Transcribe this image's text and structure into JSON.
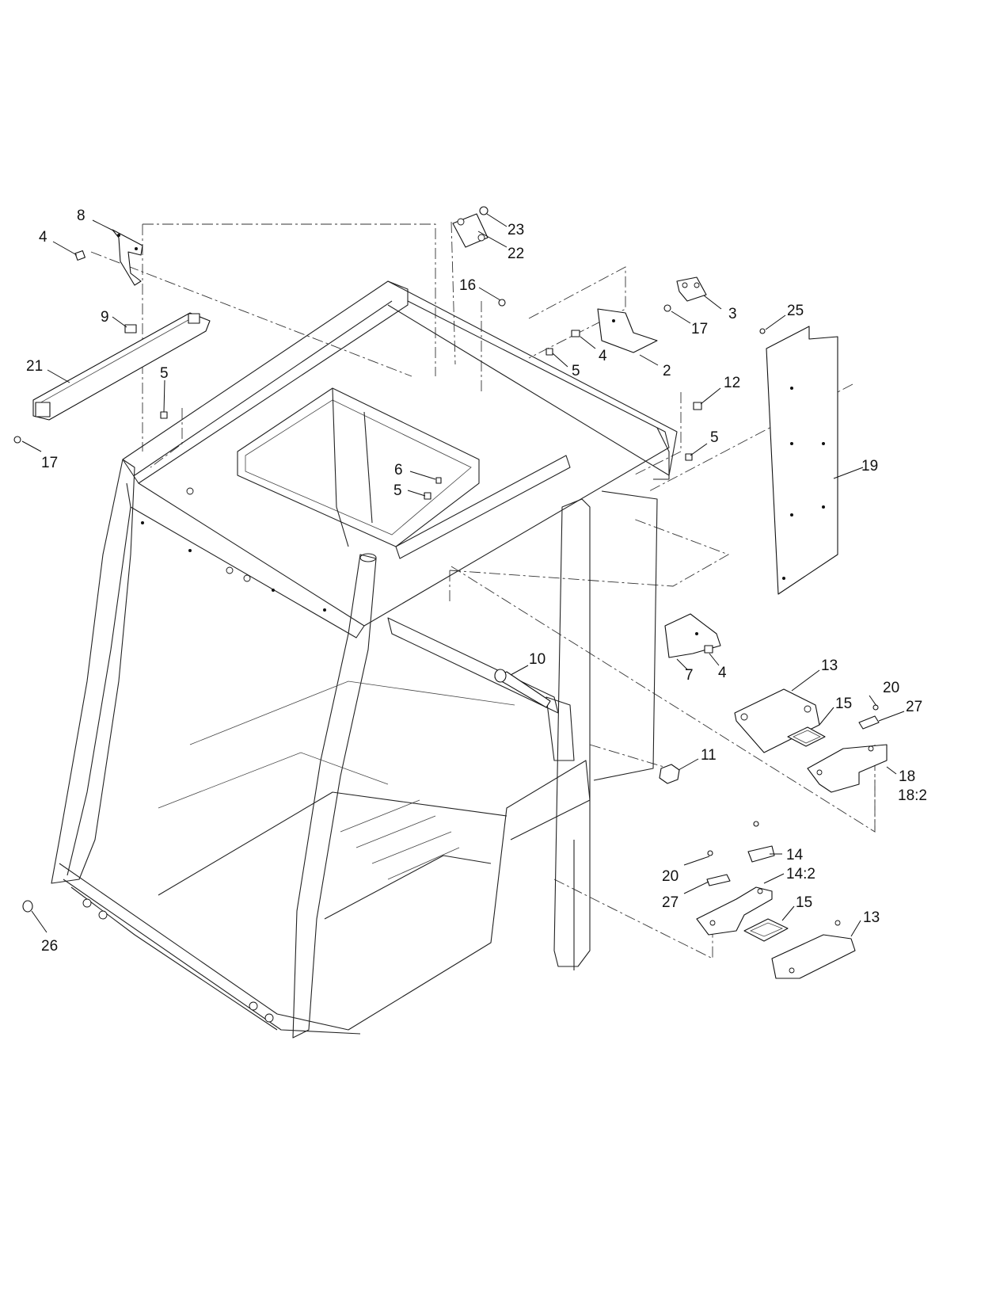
{
  "callouts": [
    {
      "id": "c-8",
      "text": "8"
    },
    {
      "id": "c-4-a",
      "text": "4"
    },
    {
      "id": "c-9",
      "text": "9"
    },
    {
      "id": "c-21",
      "text": "21"
    },
    {
      "id": "c-5-a",
      "text": "5"
    },
    {
      "id": "c-17-a",
      "text": "17"
    },
    {
      "id": "c-23",
      "text": "23"
    },
    {
      "id": "c-22",
      "text": "22"
    },
    {
      "id": "c-16",
      "text": "16"
    },
    {
      "id": "c-3",
      "text": "3"
    },
    {
      "id": "c-17-b",
      "text": "17"
    },
    {
      "id": "c-25",
      "text": "25"
    },
    {
      "id": "c-4-b",
      "text": "4"
    },
    {
      "id": "c-2",
      "text": "2"
    },
    {
      "id": "c-5-b",
      "text": "5"
    },
    {
      "id": "c-12",
      "text": "12"
    },
    {
      "id": "c-5-c",
      "text": "5"
    },
    {
      "id": "c-19",
      "text": "19"
    },
    {
      "id": "c-6",
      "text": "6"
    },
    {
      "id": "c-5-d",
      "text": "5"
    },
    {
      "id": "c-10",
      "text": "10"
    },
    {
      "id": "c-7",
      "text": "7"
    },
    {
      "id": "c-4-c",
      "text": "4"
    },
    {
      "id": "c-13-a",
      "text": "13"
    },
    {
      "id": "c-20-a",
      "text": "20"
    },
    {
      "id": "c-15-a",
      "text": "15"
    },
    {
      "id": "c-27-a",
      "text": "27"
    },
    {
      "id": "c-11",
      "text": "11"
    },
    {
      "id": "c-18",
      "text": "18"
    },
    {
      "id": "c-18-2",
      "text": "18:2"
    },
    {
      "id": "c-14",
      "text": "14"
    },
    {
      "id": "c-20-b",
      "text": "20"
    },
    {
      "id": "c-14-2",
      "text": "14:2"
    },
    {
      "id": "c-27-b",
      "text": "27"
    },
    {
      "id": "c-15-b",
      "text": "15"
    },
    {
      "id": "c-13-b",
      "text": "13"
    },
    {
      "id": "c-26",
      "text": "26"
    }
  ]
}
